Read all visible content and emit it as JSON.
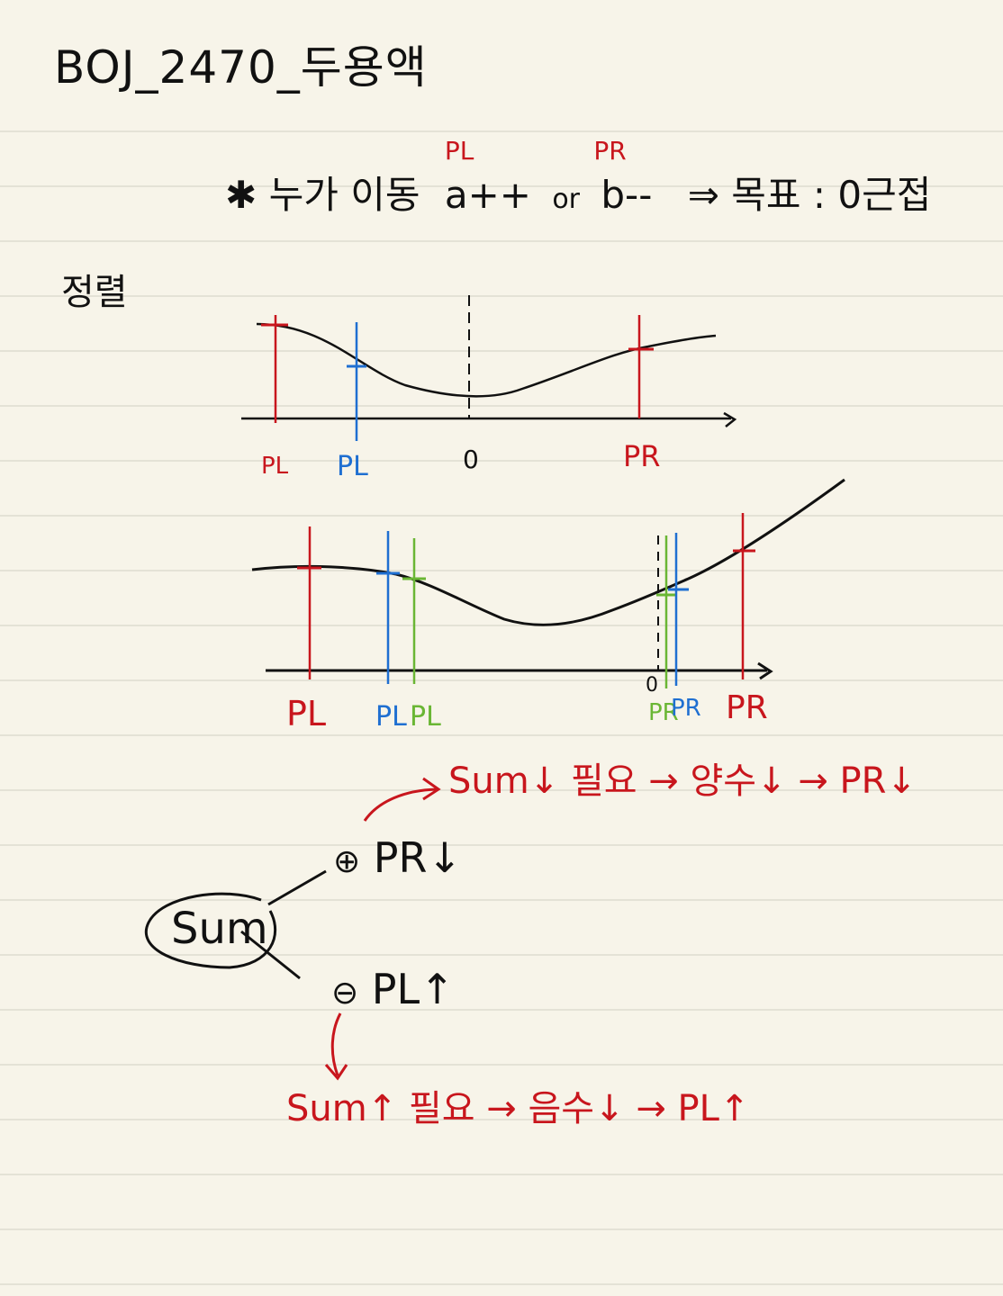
{
  "title": "BOJ_2470_두용액",
  "note": {
    "star": "✱",
    "prefix": "누가 이동",
    "a_term": "a++",
    "or": "or",
    "b_term": "b--",
    "arrow": "⇒",
    "goal": "목표 : 0근접",
    "a_marker": "PL",
    "b_marker": "PR"
  },
  "sort_label": "정렬",
  "graph1": {
    "axis_zero": "0",
    "labels": [
      {
        "text": "PL",
        "color": "#c8161d"
      },
      {
        "text": "PL",
        "color": "#1f6fd1"
      },
      {
        "text": "PR",
        "color": "#c8161d"
      }
    ]
  },
  "graph2": {
    "axis_zero": "0",
    "labels": [
      {
        "text": "PL",
        "color": "#c8161d"
      },
      {
        "text": "PL",
        "color": "#1f6fd1"
      },
      {
        "text": "PL",
        "color": "#6ab634"
      },
      {
        "text": "PR",
        "color": "#6ab634"
      },
      {
        "text": "PR",
        "color": "#1f6fd1"
      },
      {
        "text": "PR",
        "color": "#c8161d"
      }
    ]
  },
  "tree": {
    "root": "Sum",
    "plus_sign": "⊕",
    "plus_action": "PR↓",
    "minus_sign": "⊖",
    "minus_action": "PL↑",
    "plus_note": "Sum↓ 필요 → 양수↓ → PR↓",
    "minus_note": "Sum↑ 필요 → 음수↓ → PL↑"
  },
  "colors": {
    "red": "#c8161d",
    "blue": "#1f6fd1",
    "green": "#6ab634",
    "ink": "#111111",
    "paper": "#f7f4e9",
    "ruling": "#d9d6cc"
  }
}
